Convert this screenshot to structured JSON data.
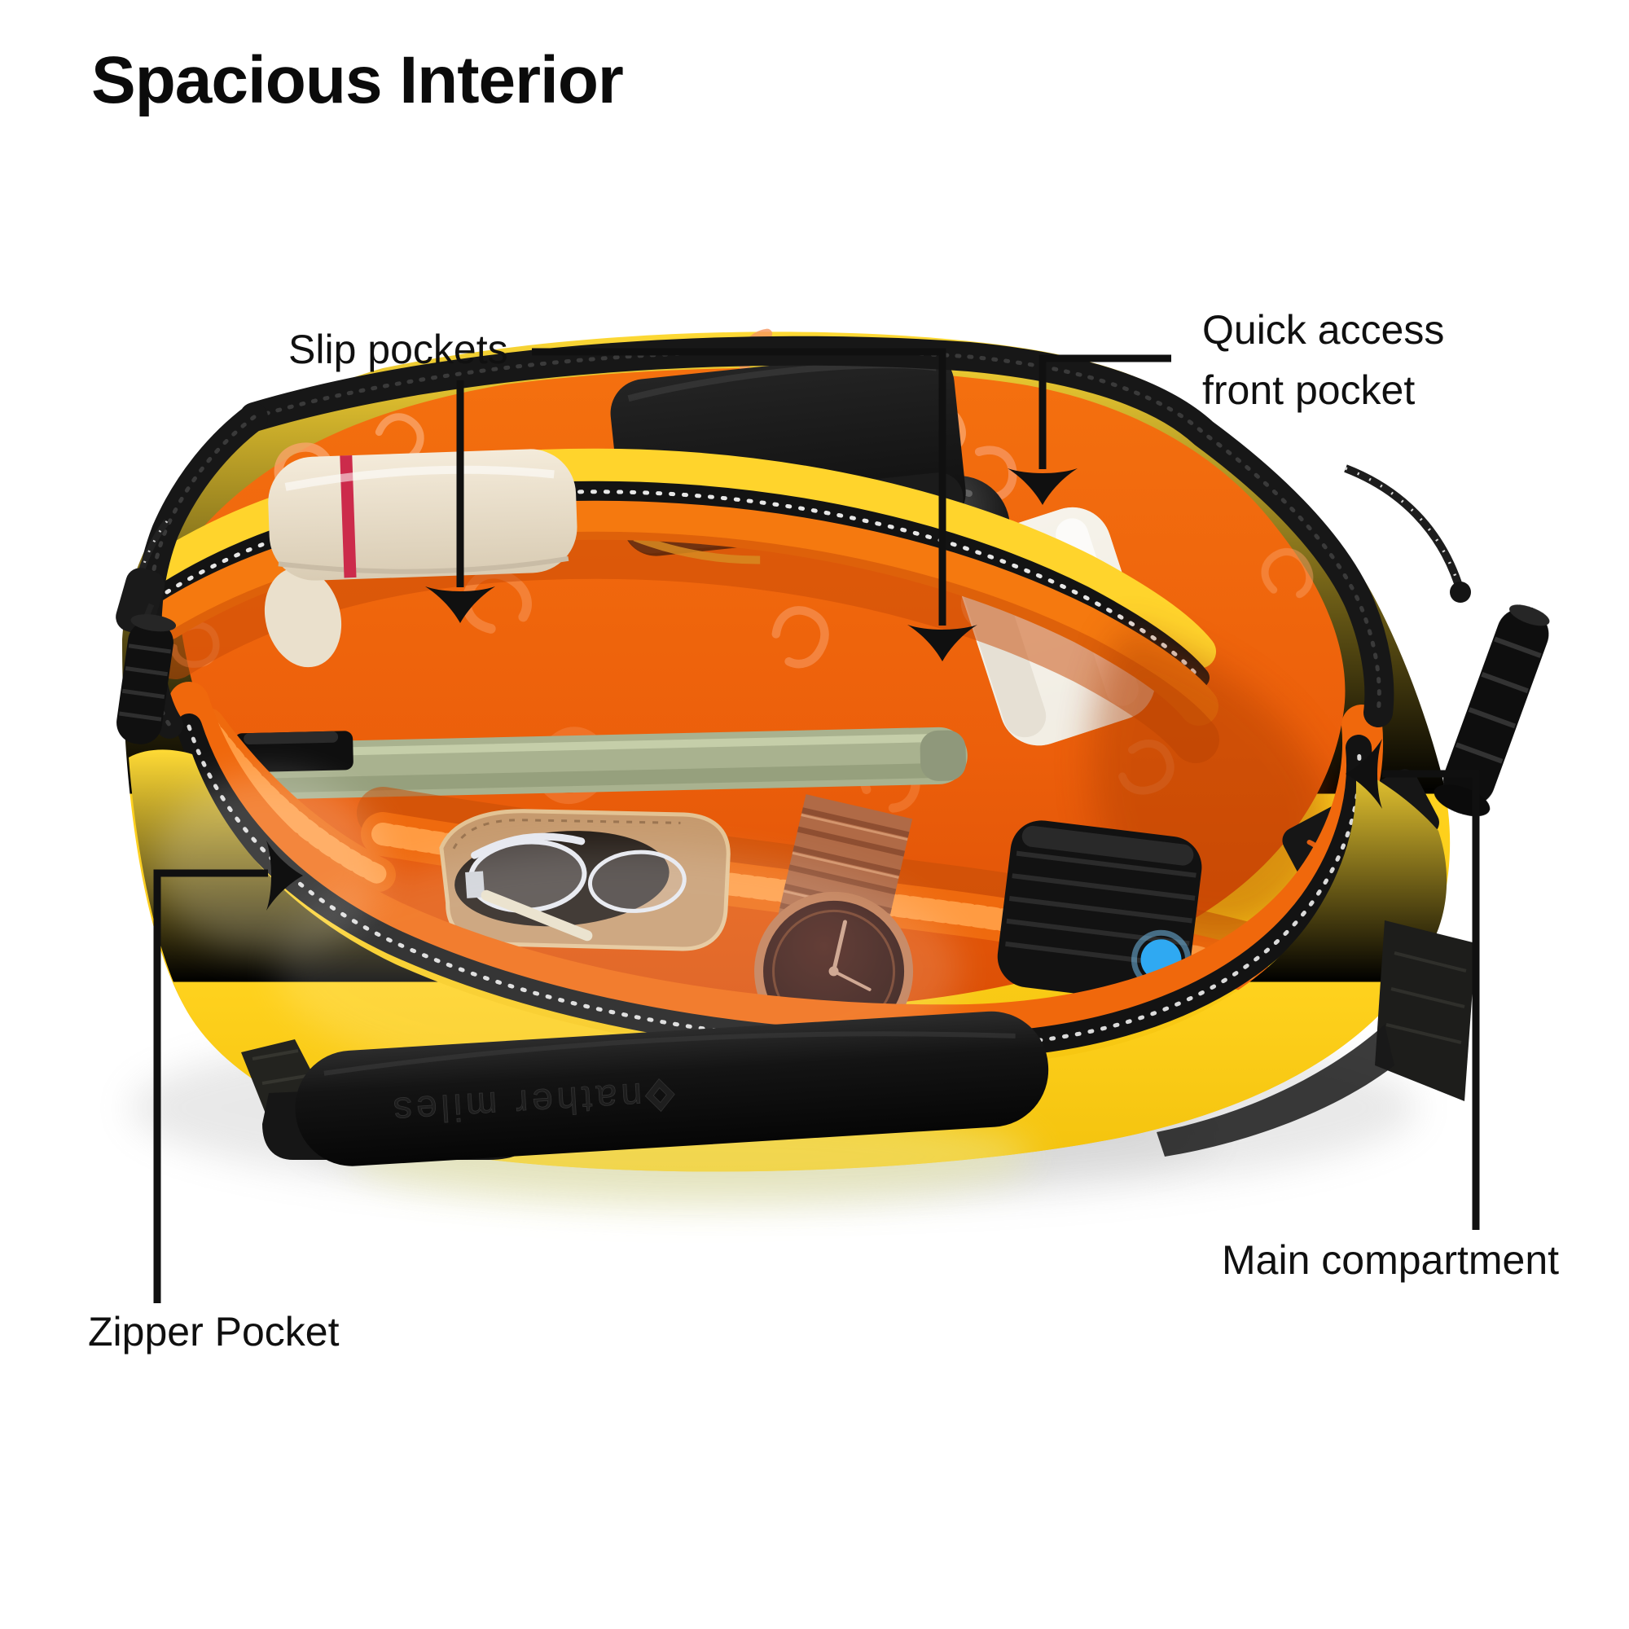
{
  "title": "Spacious Interior",
  "callouts": {
    "slip_pockets": "Slip pockets",
    "quick_access_line1": "Quick access",
    "quick_access_line2": "front pocket",
    "main_compartment": "Main compartment",
    "zipper_pocket": "Zipper Pocket"
  },
  "product": {
    "brand_emboss": "nather miles",
    "colors": {
      "background": "#FFFFFF",
      "text_black": "#111111",
      "connector_black": "#101010",
      "bag_yellow": "#FFD21E",
      "lining_orange": "#EE6014",
      "binding_orange": "#F5790F",
      "lining_pattern_peach": "#F9A469",
      "zipper_black": "#141414",
      "accent_lime": "#D9DF3F",
      "pouch_cream": "#EFE5D2",
      "pouch_stripe_red": "#CC2B4B",
      "pen_sage": "#A9B28F",
      "glasses_sleeve_tan": "#C69A6E",
      "watch_copper": "#B06A46",
      "earbuds_led_blue": "#2FA9F2",
      "usb_port_teal": "#3E6B7A",
      "jar_white": "#F6F3EC"
    }
  }
}
